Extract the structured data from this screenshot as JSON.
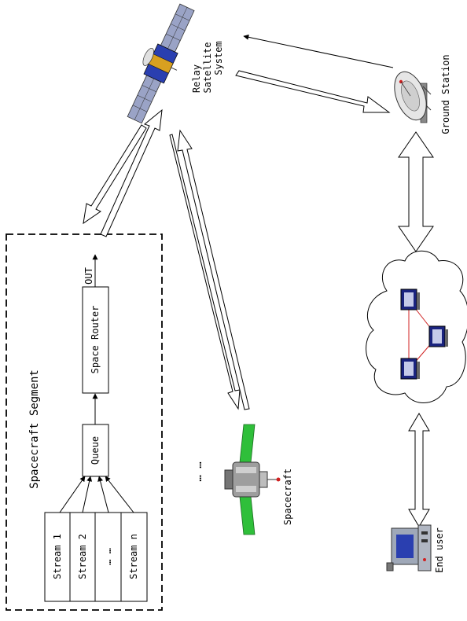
{
  "segment": {
    "title": "Spacecraft Segment",
    "streams": [
      "Stream 1",
      "Stream 2",
      "… …",
      "Stream n"
    ],
    "queue": "Queue",
    "router": "Space Router",
    "out": "OUT"
  },
  "relay": {
    "line1": "Relay",
    "line2": "Satellite",
    "line3": "System"
  },
  "ground_station": "Ground Station",
  "spacecraft": "Spacecraft",
  "ellipsis": "… …",
  "end_user": "End user",
  "colors": {
    "panel_green": "#2fbf3a",
    "satellite_blue": "#2a3fb0",
    "satellite_gold": "#d8a020",
    "link_red": "#d02020"
  }
}
